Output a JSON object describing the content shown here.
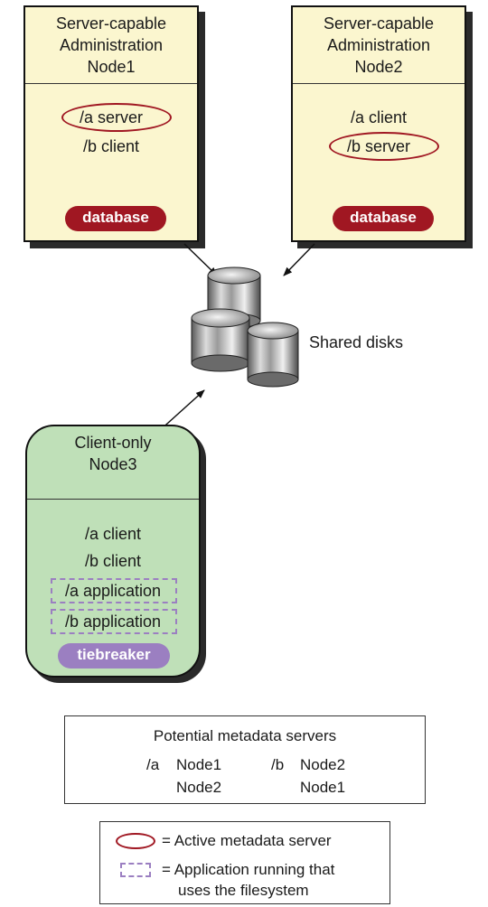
{
  "node1": {
    "title_lines": [
      "Server-capable",
      "Administration",
      "Node1"
    ],
    "fs_a": "/a  server",
    "fs_b": "/b  client",
    "badge": "database"
  },
  "node2": {
    "title_lines": [
      "Server-capable",
      "Administration",
      "Node2"
    ],
    "fs_a": "/a  client",
    "fs_b": "/b  server",
    "badge": "database"
  },
  "shared_disks_label": "Shared disks",
  "node3": {
    "title_lines": [
      "Client-only",
      "Node3"
    ],
    "fs_a": "/a  client",
    "fs_b": "/b  client",
    "app_a": "/a application",
    "app_b": "/b application",
    "badge": "tiebreaker"
  },
  "metadata_table": {
    "title": "Potential metadata servers",
    "a_label": "/a",
    "a_servers": [
      "Node1",
      "Node2"
    ],
    "b_label": "/b",
    "b_servers": [
      "Node2",
      "Node1"
    ]
  },
  "legend": {
    "active_server": "= Active metadata server",
    "app_running_line1": "= Application running that",
    "app_running_line2": "uses the filesystem"
  },
  "colors": {
    "server_node_fill": "#fbf6cf",
    "client_node_fill": "#bfe0b8",
    "database_badge": "#a01722",
    "tiebreaker_badge": "#9b7fc1",
    "active_ring": "#a01722",
    "application_dash": "#9b7fc1"
  }
}
